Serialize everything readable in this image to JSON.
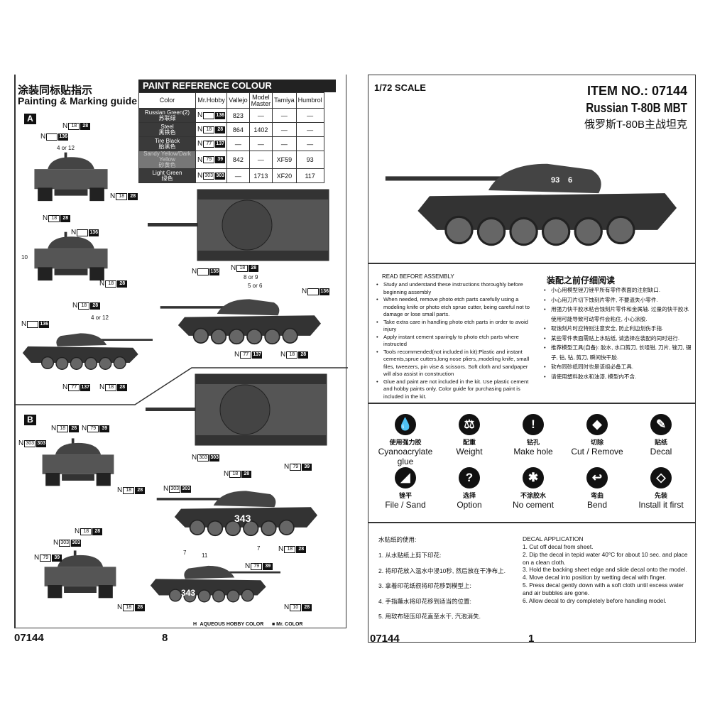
{
  "left_page": {
    "title_cn": "涂装同标贴指示",
    "title_en": "Painting & Marking guide",
    "section_a": "A",
    "section_b": "B",
    "paint_table": {
      "title": "PAINT  REFERENCE COLOUR",
      "headers": [
        "Color",
        "Mr.Hobby",
        "Vallejo",
        "Model Master",
        "Tamiya",
        "Humbrol"
      ],
      "rows": [
        {
          "color": "Russian Green(2)",
          "color_cn": "苏联绿",
          "mh_w": "",
          "mh_b": "136",
          "vallejo": "823",
          "mm": "—",
          "tamiya": "—",
          "humbrol": "—"
        },
        {
          "color": "Steel",
          "color_cn": "黑铁色",
          "mh_w": "18",
          "mh_b": "28",
          "vallejo": "864",
          "mm": "1402",
          "tamiya": "—",
          "humbrol": "—"
        },
        {
          "color": "Tire Black",
          "color_cn": "胎黑色",
          "mh_w": "77",
          "mh_b": "137",
          "vallejo": "—",
          "mm": "—",
          "tamiya": "—",
          "humbrol": "—"
        },
        {
          "color": "Sandy Yellow/Dark Yellow",
          "color_cn": "砂黄色",
          "mh_w": "79",
          "mh_b": "39",
          "vallejo": "842",
          "mm": "—",
          "tamiya": "XF59",
          "humbrol": "93"
        },
        {
          "color": "Light Green",
          "color_cn": "绿色",
          "mh_w": "303",
          "mh_b": "303",
          "vallejo": "—",
          "mm": "1713",
          "tamiya": "XF20",
          "humbrol": "117"
        }
      ]
    },
    "callouts": [
      {
        "p": "N",
        "w": "18",
        "b": "28"
      },
      {
        "p": "N",
        "w": "",
        "b": "136"
      },
      {
        "p": "N",
        "w": "18",
        "b": "28"
      },
      {
        "p": "N",
        "w": "18",
        "b": "28"
      },
      {
        "p": "N",
        "w": "",
        "b": "136"
      },
      {
        "p": "N",
        "w": "18",
        "b": "28"
      },
      {
        "p": "N",
        "w": "",
        "b": "135"
      },
      {
        "p": "N",
        "w": "18",
        "b": "28"
      },
      {
        "p": "N",
        "w": "",
        "b": "136"
      },
      {
        "p": "N",
        "w": "77",
        "b": "137"
      },
      {
        "p": "N",
        "w": "18",
        "b": "28"
      },
      {
        "p": "N",
        "w": "18",
        "b": "28"
      },
      {
        "p": "N",
        "w": "",
        "b": "136"
      },
      {
        "p": "N",
        "w": "77",
        "b": "137"
      },
      {
        "p": "N",
        "w": "18",
        "b": "28"
      },
      {
        "p": "N",
        "w": "18",
        "b": "28"
      },
      {
        "p": "N",
        "w": "79",
        "b": "39"
      },
      {
        "p": "N",
        "w": "303",
        "b": "303"
      },
      {
        "p": "N",
        "w": "18",
        "b": "28"
      },
      {
        "p": "N",
        "w": "303",
        "b": "303"
      },
      {
        "p": "N",
        "w": "18",
        "b": "28"
      },
      {
        "p": "N",
        "w": "303",
        "b": "303"
      },
      {
        "p": "N",
        "w": "79",
        "b": "39"
      },
      {
        "p": "N",
        "w": "18",
        "b": "28"
      },
      {
        "p": "N",
        "w": "18",
        "b": "28"
      },
      {
        "p": "N",
        "w": "303",
        "b": "303"
      },
      {
        "p": "N",
        "w": "79",
        "b": "39"
      },
      {
        "p": "N",
        "w": "18",
        "b": "28"
      },
      {
        "p": "N",
        "w": "79",
        "b": "39"
      },
      {
        "p": "N",
        "w": "10",
        "b": "28"
      }
    ],
    "notes": [
      "4 or 12",
      "10",
      "8 or 9",
      "5 or 6",
      "4 or 12",
      "7",
      "7",
      "11"
    ],
    "hull_numbers": [
      "343",
      "343"
    ],
    "legend": {
      "aqueous": "H   AQUEOUS HOBBY COLOR",
      "mr": "■  Mr. COLOR"
    },
    "footer_code": "07144",
    "page_number": "8"
  },
  "right_page": {
    "scale": "1/72 SCALE",
    "item_no": "ITEM NO.: 07144",
    "title_en": "Russian T-80B MBT",
    "title_cn": "俄罗斯T-80B主战坦克",
    "tank_markings": [
      "93",
      "6"
    ],
    "read_before": {
      "title": "READ BEFORE ASSEMBLY",
      "items": [
        "Study and understand these instructions thoroughly before beginning assembly",
        "When needed, remove photo etch parts carefully using a modeling knife or photo etch sprue cutter, being careful not to damage or lose small parts.",
        "Take extra care in handling photo etch parts in order to avoid injury",
        "Apply instant cement sparingly to photo etch parts where instructed",
        "Tools recommended(not included in kit):Plastic and instant cements,sprue cutters,long nose pliers,,modeling knife, small files, tweezers, pin vise & scissors. Soft cloth and sandpaper will also assist in construction",
        "Glue and paint are not included in the kit. Use plastic cement and hobby paints only. Color guide for purchasing paint is included in the kit."
      ]
    },
    "read_before_cn": {
      "title": "装配之前仔细阅读",
      "items": [
        "小心用模型锉刀锉平所有零件表面的注射缺口.",
        "小心用刀片切下蚀刻片零件, 不要遗失小零件.",
        "用强力快干胶水粘合蚀刻片零件和金属轴. 过量的快干胶水使用可能导致可动零件会粘住, 小心涂胶.",
        "取蚀刻片时应特别注意安全, 防止利边划伤手指.",
        "某些零件表面需贴上水贴纸, 请选择在装配的同时进行.",
        "推荐模型工具(自备): 胶水, 水口剪刀, 长咀钳, 刀片, 锉刀, 镊子, 钻, 钻, 剪刀, 瞬间快干胶.",
        "软布同砂纸同时也是该组必备工具.",
        "请使用塑料胶水和油漆, 模型内不含."
      ]
    },
    "symbols": [
      {
        "cn": "使用强力胶",
        "en": "Cyanoacrylate glue",
        "glyph": "💧"
      },
      {
        "cn": "配重",
        "en": "Weight",
        "glyph": "⚖"
      },
      {
        "cn": "钻孔",
        "en": "Make hole",
        "glyph": "!"
      },
      {
        "cn": "切除",
        "en": "Cut / Remove",
        "glyph": "◆"
      },
      {
        "cn": "贴纸",
        "en": "Decal",
        "glyph": "✎"
      },
      {
        "cn": "锉平",
        "en": "File / Sand",
        "glyph": "◢"
      },
      {
        "cn": "选择",
        "en": "Option",
        "glyph": "?"
      },
      {
        "cn": "不涂胶水",
        "en": "No cement",
        "glyph": "✱"
      },
      {
        "cn": "弯曲",
        "en": "Bend",
        "glyph": "↩"
      },
      {
        "cn": "先装",
        "en": "Install it first",
        "glyph": "◇"
      }
    ],
    "decal_cn": {
      "title": "水贴纸的使用:",
      "items": [
        "1. 从水贴纸上剪下印花:",
        "2. 将印花放入温水中浸10秒, 然后放在干净布上.",
        "3. 拿着印花纸很将印花移到模型上:",
        "4. 手指蘸水将印花移到适当的位置:",
        "5. 用软布轻压印花直至水干, 汽泡消失."
      ]
    },
    "decal_en": {
      "title": "DECAL APPLICATION",
      "items": [
        "1. Cut off decal from sheet.",
        "2. Dip the decal in tepid water 40°C for about 10 sec. and place on a clean cloth.",
        "3. Hold the backing sheet edge and slide decal onto the model.",
        "4. Move decal into position by wetting decal with finger.",
        "5. Press decal gently down with a soft cloth until excess water and air bubbles are gone.",
        "6. Allow decal to dry completely before handling model."
      ]
    },
    "footer_code": "07144",
    "page_number": "1"
  }
}
